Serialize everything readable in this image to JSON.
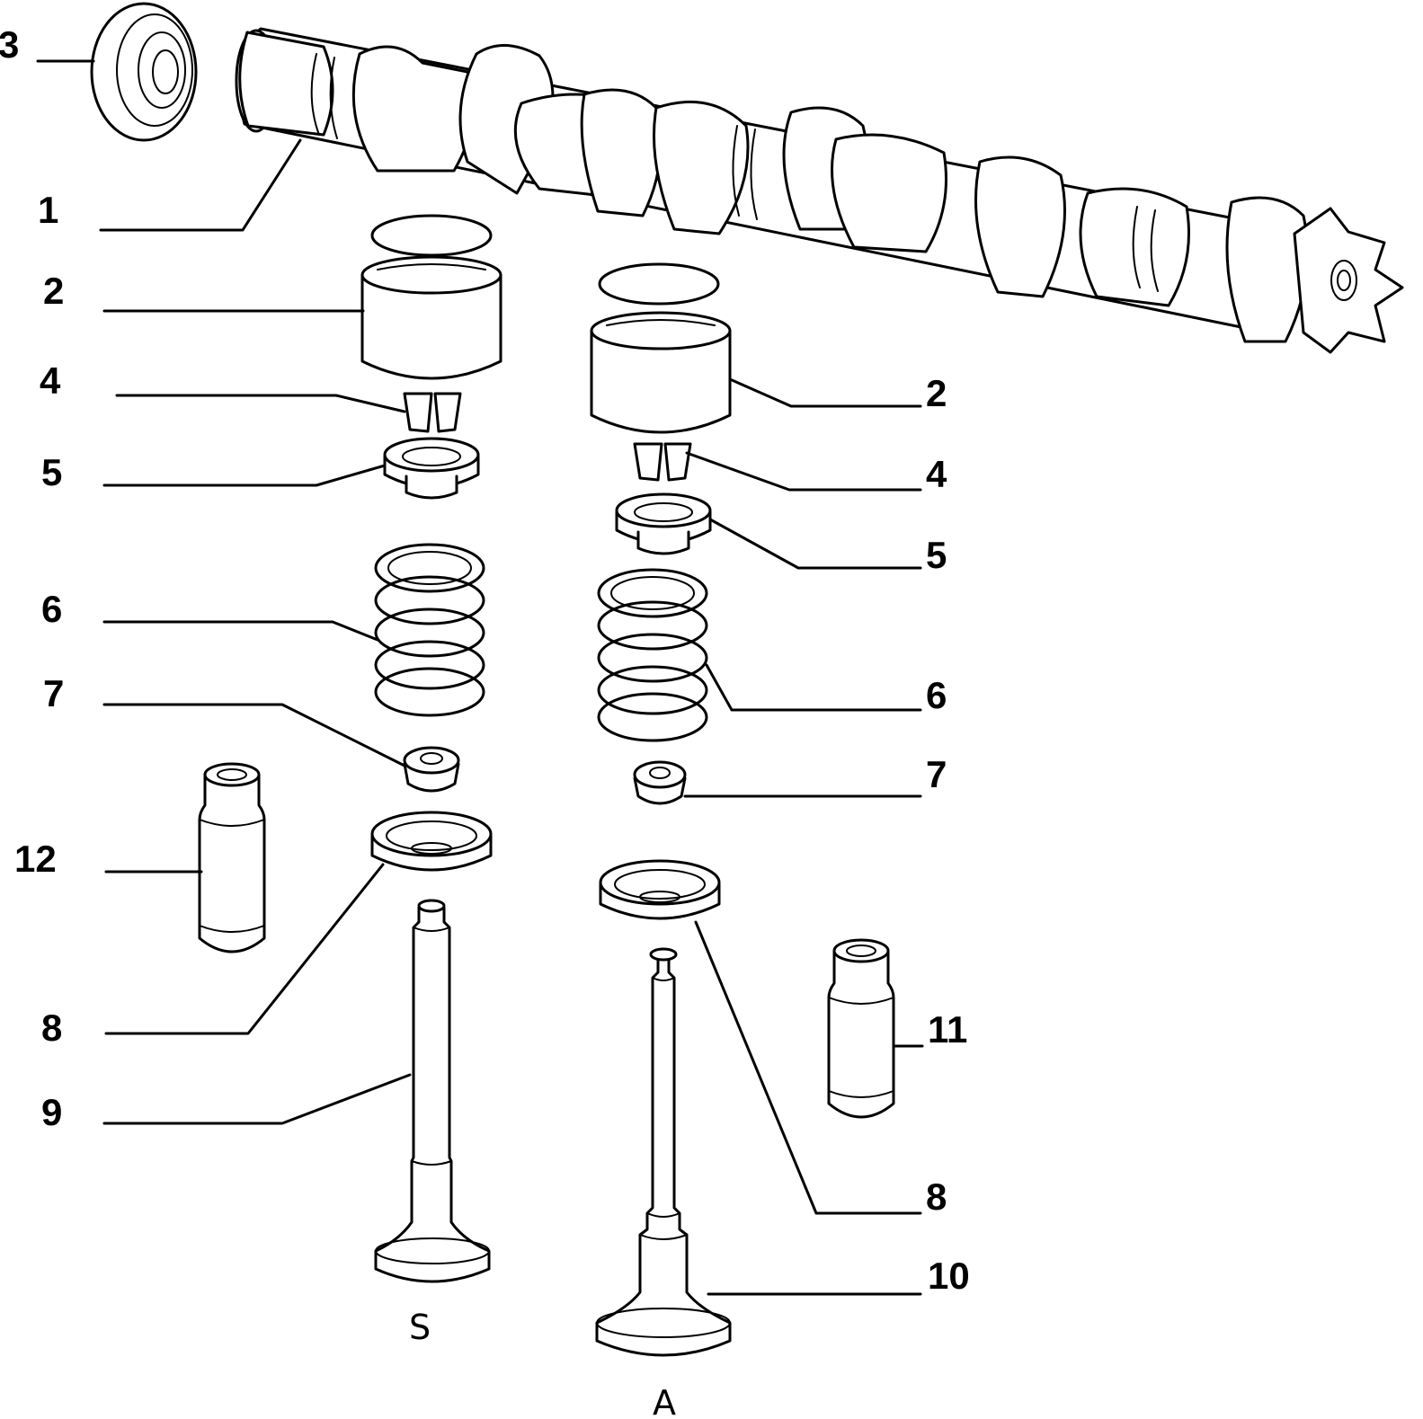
{
  "diagram": {
    "callouts": {
      "c1": "1",
      "c2_left": "2",
      "c2_right": "2",
      "c3": "3",
      "c4_left": "4",
      "c4_right": "4",
      "c5_left": "5",
      "c5_right": "5",
      "c6_left": "6",
      "c6_right": "6",
      "c7_left": "7",
      "c7_right": "7",
      "c8_left": "8",
      "c8_right": "8",
      "c9": "9",
      "c10": "10",
      "c11": "11",
      "c12": "12"
    },
    "side_labels": {
      "intake": "S",
      "exhaust": "A"
    },
    "colors": {
      "line": "#000000",
      "background": "#ffffff"
    }
  }
}
